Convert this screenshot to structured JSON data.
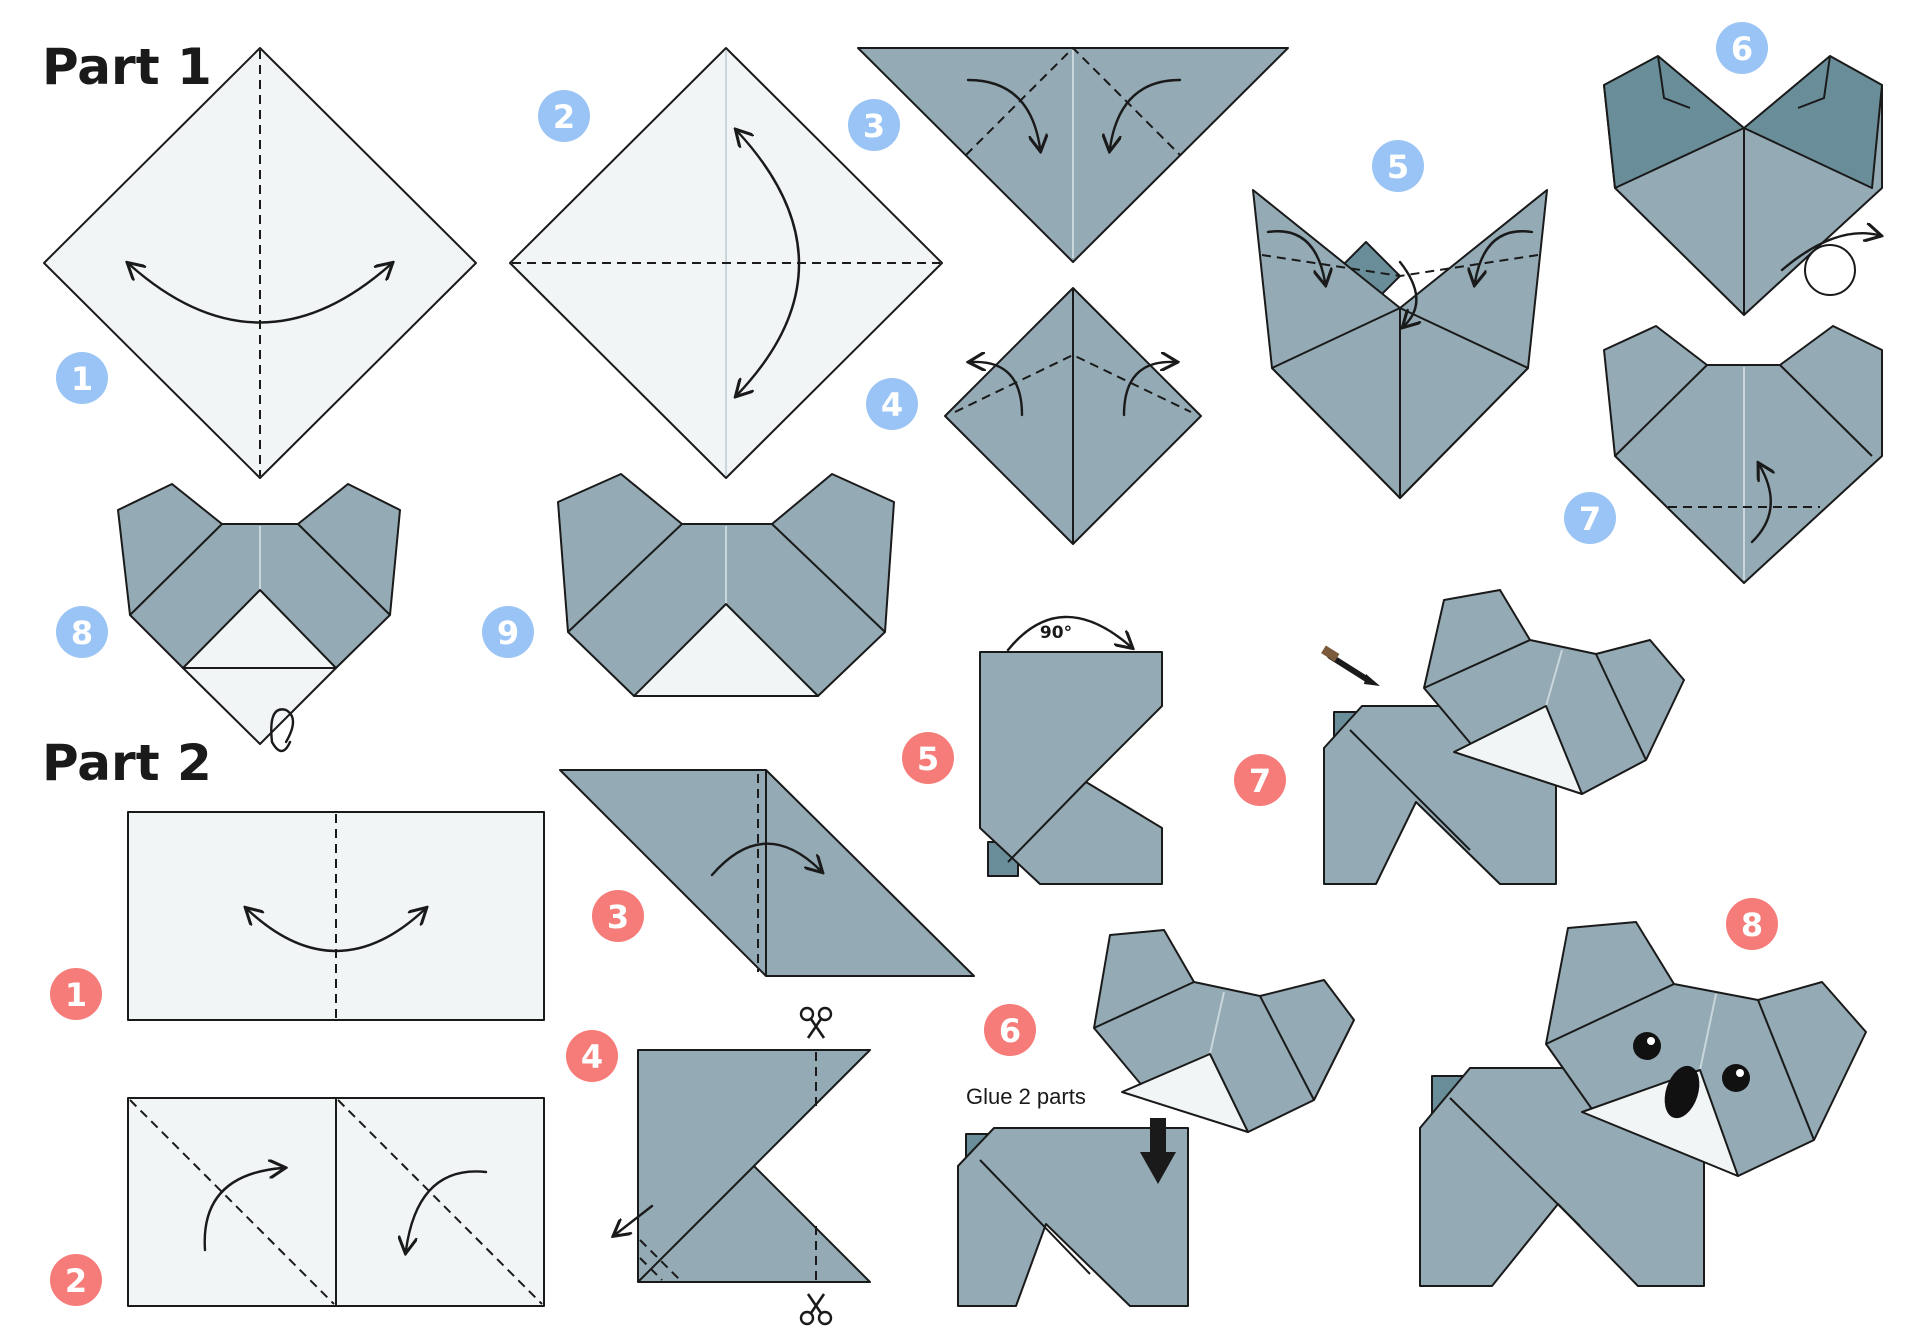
{
  "parts": {
    "part1": {
      "title": "Part 1"
    },
    "part2": {
      "title": "Part 2"
    }
  },
  "steps": {
    "part1": [
      "1",
      "2",
      "3",
      "4",
      "5",
      "6",
      "7",
      "8",
      "9"
    ],
    "part2": [
      "1",
      "2",
      "3",
      "4",
      "5",
      "6",
      "7",
      "8"
    ]
  },
  "annotations": {
    "rotate": "90°",
    "glue": "Glue 2 parts"
  },
  "colors": {
    "part1_badge": "#99c4f5",
    "part2_badge": "#f57c78",
    "paper_white": "#f1f5f6",
    "paper_grey": "#94aab4",
    "paper_dark": "#6a8e99"
  }
}
